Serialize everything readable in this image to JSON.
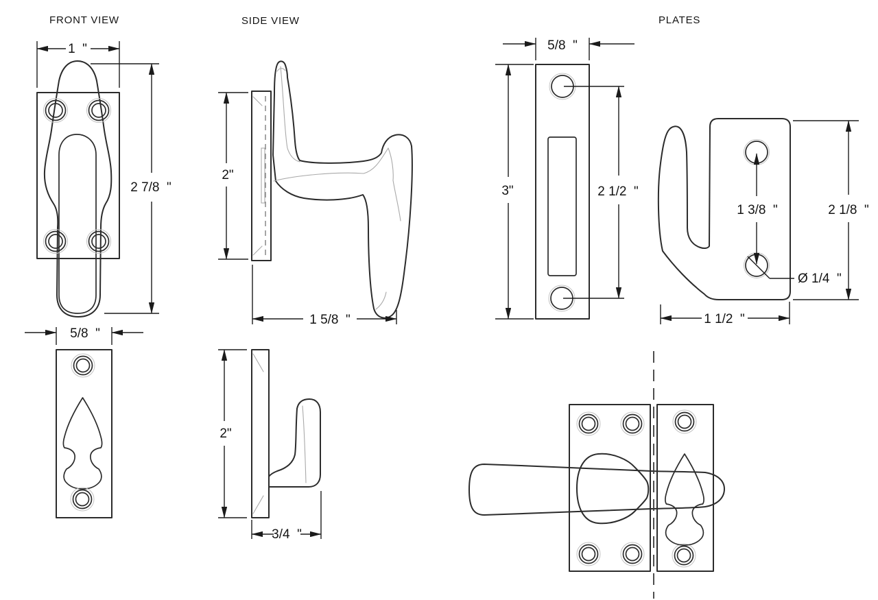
{
  "palette": {
    "background": "#ffffff",
    "main_line": "#2b2b2b",
    "light_line": "#a9a9a9",
    "dimension_line": "#1b1b1b",
    "text": "#141414"
  },
  "sections": {
    "front_view": {
      "title": "FRONT VIEW",
      "width": "1  \"",
      "height": "2 7/8  \""
    },
    "side_view": {
      "title": "SIDE VIEW",
      "height": "2\"",
      "depth": "1 5/8  \""
    },
    "plates": {
      "title": "PLATES",
      "strike_plate": {
        "width": "5/8  \"",
        "height": "3\"",
        "hole_spacing": "2 1/2  \""
      },
      "hook_plate": {
        "hole_spacing": "1 3/8  \"",
        "height": "2 1/8  \"",
        "hole_diameter": "Ø 1/4  \"",
        "width": "1 1/2  \""
      },
      "keeper_plate": {
        "width": "5/8  \""
      },
      "keeper_side_view": {
        "height": "2\"",
        "depth": "3/4  \""
      }
    }
  }
}
